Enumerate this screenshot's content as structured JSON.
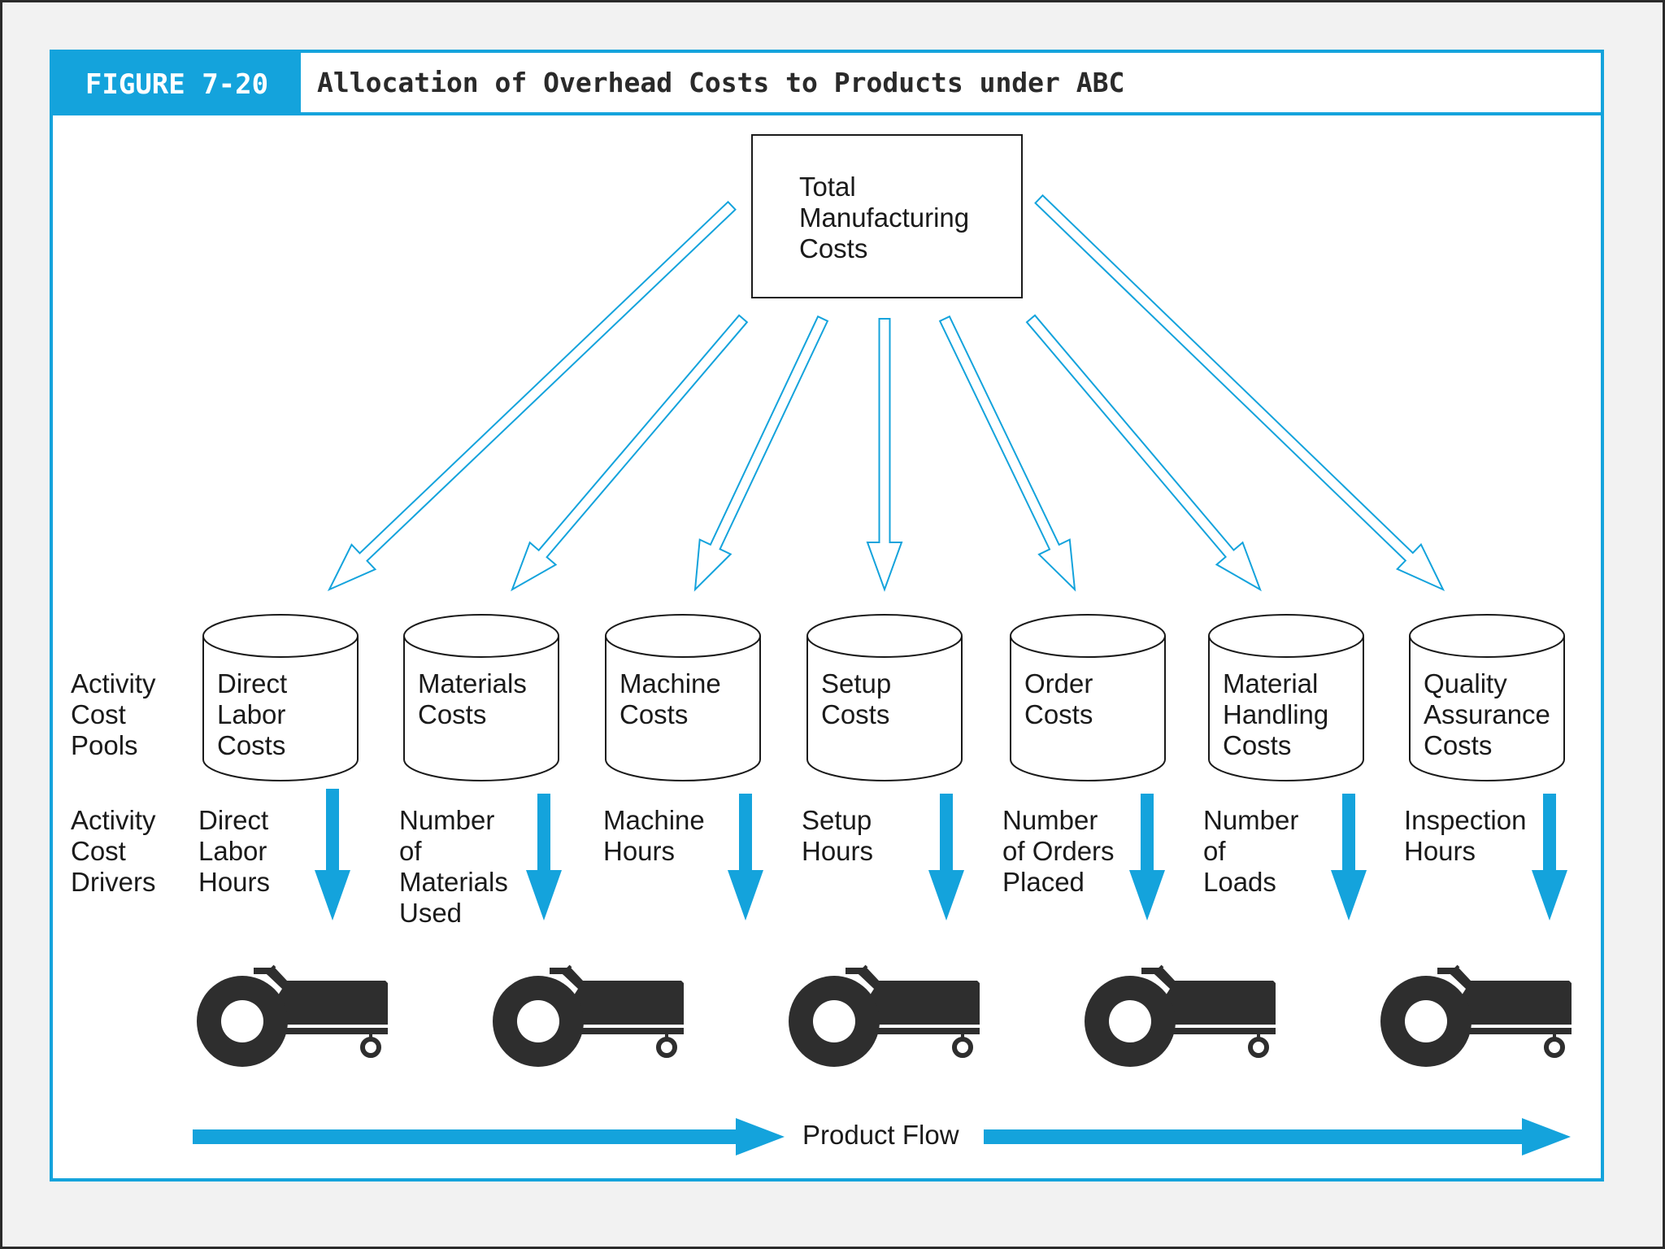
{
  "figure": {
    "label": "FIGURE 7-20",
    "title": "Allocation of Overhead Costs to Products under ABC"
  },
  "source": {
    "label": "Total\nManufacturing\nCosts"
  },
  "row_labels": {
    "pools": "Activity\nCost\nPools",
    "drivers": "Activity\nCost\nDrivers"
  },
  "pools": [
    {
      "label": "Direct\nLabor\nCosts",
      "driver": "Direct\nLabor\nHours"
    },
    {
      "label": "Materials\nCosts",
      "driver": "Number\nof\nMaterials\nUsed"
    },
    {
      "label": "Machine\nCosts",
      "driver": "Machine\nHours"
    },
    {
      "label": "Setup\nCosts",
      "driver": "Setup\nHours"
    },
    {
      "label": "Order\nCosts",
      "driver": "Number\nof Orders\nPlaced"
    },
    {
      "label": "Material\nHandling\nCosts",
      "driver": "Number\nof\nLoads"
    },
    {
      "label": "Quality\nAssurance\nCosts",
      "driver": "Inspection\nHours"
    }
  ],
  "products": [
    {
      "icon": "tractor-icon"
    },
    {
      "icon": "tractor-icon"
    },
    {
      "icon": "tractor-icon"
    },
    {
      "icon": "tractor-icon"
    },
    {
      "icon": "tractor-icon"
    }
  ],
  "flow": {
    "label": "Product Flow"
  },
  "colors": {
    "accent": "#14a3dc",
    "ink": "#1a1a1a",
    "tractor": "#2e2e2e"
  }
}
